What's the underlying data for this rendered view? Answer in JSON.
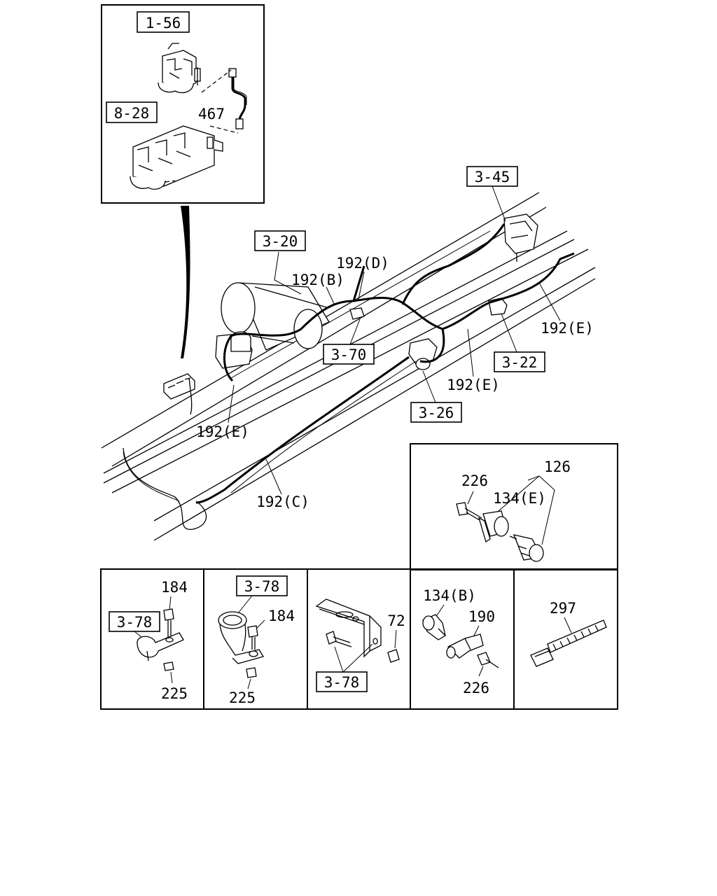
{
  "inset_top": {
    "ref_1_56": "1-56",
    "ref_8_28": "8-28",
    "part_467": "467"
  },
  "main": {
    "ref_3_45": "3-45",
    "ref_3_20": "3-20",
    "ref_3_70": "3-70",
    "ref_3_22": "3-22",
    "ref_3_26": "3-26",
    "pipe_192_D": "192(D)",
    "pipe_192_B": "192(B)",
    "pipe_192_E_right": "192(E)",
    "pipe_192_E_mid": "192(E)",
    "pipe_192_E_left": "192(E)",
    "pipe_192_C": "192(C)"
  },
  "inset_valve": {
    "part_126": "126",
    "part_226": "226",
    "part_134_E": "134(E)"
  },
  "bottom_panels": {
    "p1": {
      "part_184": "184",
      "ref_3_78": "3-78",
      "part_225": "225"
    },
    "p2": {
      "ref_3_78": "3-78",
      "part_184": "184",
      "part_225": "225"
    },
    "p3": {
      "part_72": "72",
      "ref_3_78": "3-78"
    },
    "p4": {
      "part_134_B": "134(B)",
      "part_190": "190",
      "part_226": "226"
    },
    "p5": {
      "part_297": "297"
    }
  }
}
